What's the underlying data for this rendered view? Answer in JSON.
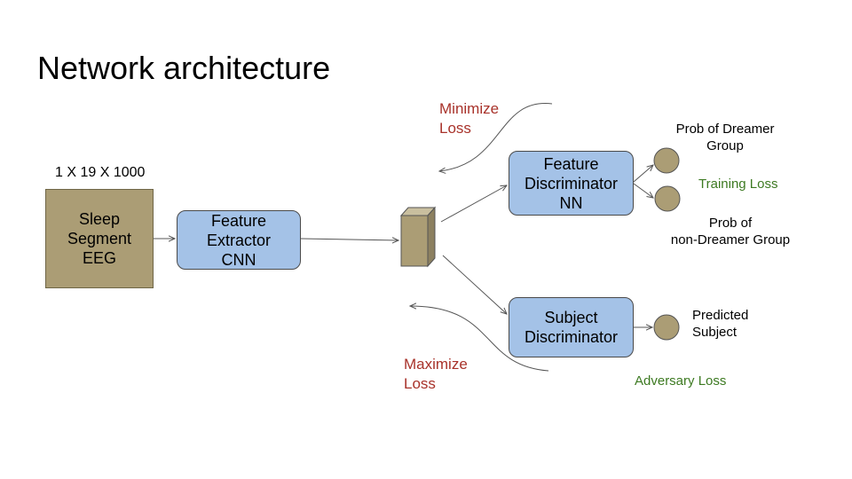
{
  "title": "Network architecture",
  "input_dims": "1 X 19 X 1000",
  "nodes": {
    "eeg": "Sleep\nSegment\nEEG",
    "feature_extractor": "Feature\nExtractor\nCNN",
    "feature_discriminator": "Feature\nDiscriminator\nNN",
    "subject_discriminator": "Subject\nDiscriminator"
  },
  "labels": {
    "minimize_loss": "Minimize\nLoss",
    "maximize_loss": "Maximize\nLoss",
    "prob_dreamer": "Prob of Dreamer\nGroup",
    "prob_non_dreamer": "Prob of\nnon-Dreamer Group",
    "training_loss": "Training Loss",
    "predicted_subject": "Predicted\nSubject",
    "adversary_loss": "Adversary Loss"
  },
  "colors": {
    "eeg_box": "#ab9d75",
    "network_box": "#a4c2e7",
    "loss_red": "#a8322a",
    "loss_green": "#3d7a22"
  }
}
